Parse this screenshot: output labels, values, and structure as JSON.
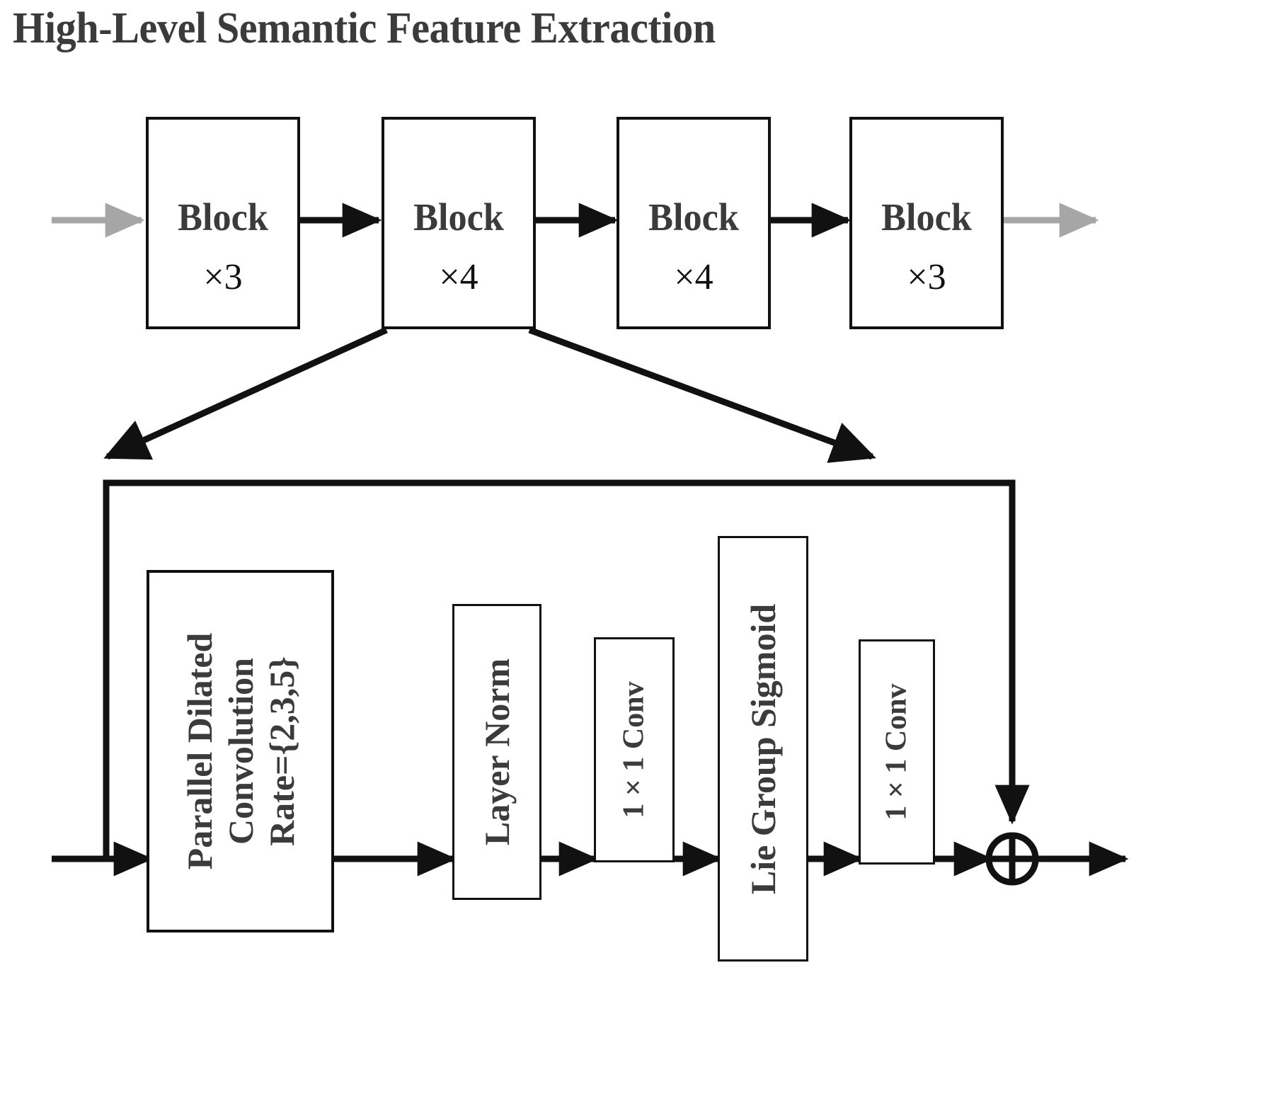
{
  "figure": {
    "title": "High-Level Semantic Feature Extraction"
  },
  "top_row": {
    "blocks": [
      {
        "label": "Block",
        "count": "×3"
      },
      {
        "label": "Block",
        "count": "×4"
      },
      {
        "label": "Block",
        "count": "×4"
      },
      {
        "label": "Block",
        "count": "×3"
      }
    ],
    "input_arrow": "input-arrow",
    "output_arrow": "output-arrow"
  },
  "detail": {
    "expanded_from": "Block ×4",
    "modules": [
      {
        "id": "parallel-dilated-convolution",
        "lines": [
          "Parallel Dilated",
          "Convolution",
          "Rate={2,3,5}"
        ]
      },
      {
        "id": "layer-norm",
        "lines": [
          "Layer Norm"
        ]
      },
      {
        "id": "conv-1x1-first",
        "lines": [
          "1 × 1  Conv"
        ]
      },
      {
        "id": "lie-group-sigmoid",
        "lines": [
          "Lie Group Sigmoid"
        ]
      },
      {
        "id": "conv-1x1-second",
        "lines": [
          "1 × 1  Conv"
        ]
      }
    ],
    "sum_operator": "⊕",
    "skip_connection": "residual-skip-connection"
  },
  "colors": {
    "stroke": "#111111",
    "text": "#3b3b3b",
    "muted_arrow": "#a6a6a6",
    "background": "#ffffff"
  }
}
